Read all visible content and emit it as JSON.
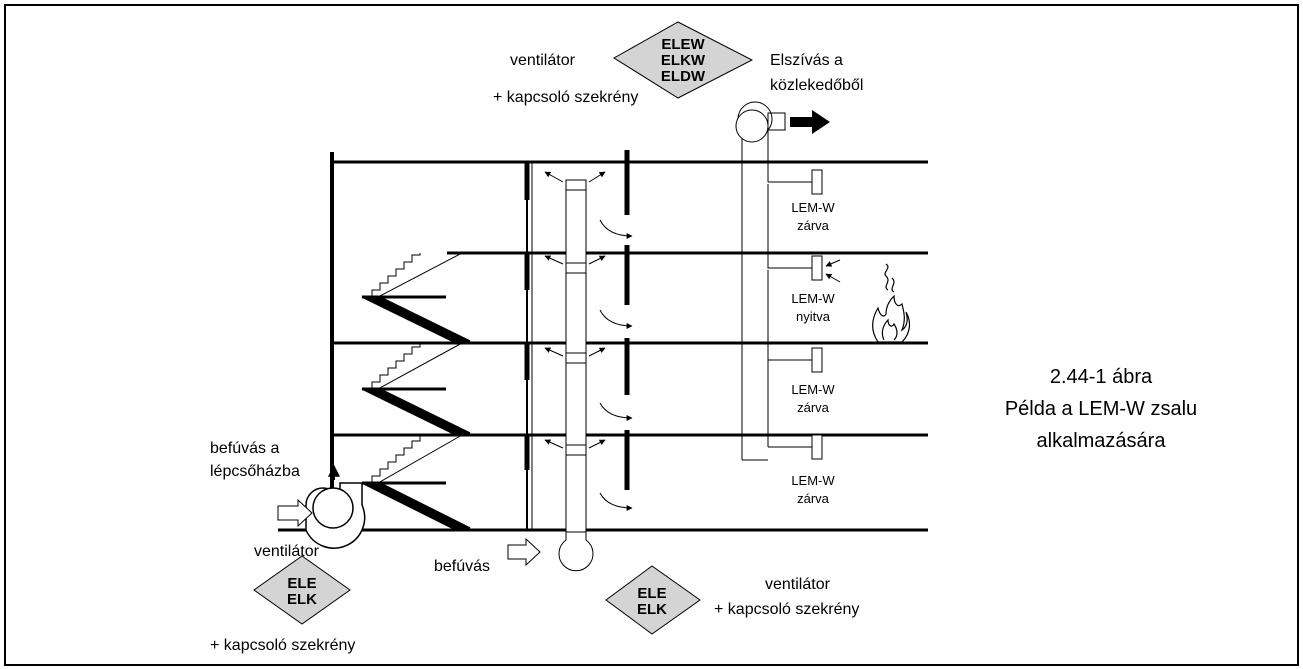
{
  "top_unit": {
    "fan_label": "ventilátor",
    "cabinet_label": "+ kapcsoló szekrény",
    "codes": [
      "ELEW",
      "ELKW",
      "ELDW"
    ]
  },
  "extraction": {
    "line1": "Elszívás a",
    "line2": "közlekedőből"
  },
  "dampers": [
    {
      "name": "LEM-W",
      "state": "zárva"
    },
    {
      "name": "LEM-W",
      "state": "nyitva"
    },
    {
      "name": "LEM-W",
      "state": "zárva"
    },
    {
      "name": "LEM-W",
      "state": "zárva"
    }
  ],
  "stair_inlet": {
    "line1": "befúvás a",
    "line2": "lépcsőházba",
    "fan_label": "ventilátor",
    "codes": [
      "ELE",
      "ELK"
    ],
    "cabinet_label": "+ kapcsoló szekrény"
  },
  "shaft_inlet": {
    "label": "befúvás",
    "codes": [
      "ELE",
      "ELK"
    ],
    "fan_label": "ventilátor",
    "cabinet_label": "+ kapcsoló szekrény"
  },
  "caption": {
    "line1": "2.44-1 ábra",
    "line2": "Példa a LEM-W zsalu",
    "line3": "alkalmazására"
  },
  "colors": {
    "diamond_fill": "#d4d4d4",
    "line": "#000000",
    "background": "#ffffff"
  },
  "icons": [
    "fire-icon",
    "smoke-icon",
    "fan-icon",
    "arrow-icon"
  ]
}
